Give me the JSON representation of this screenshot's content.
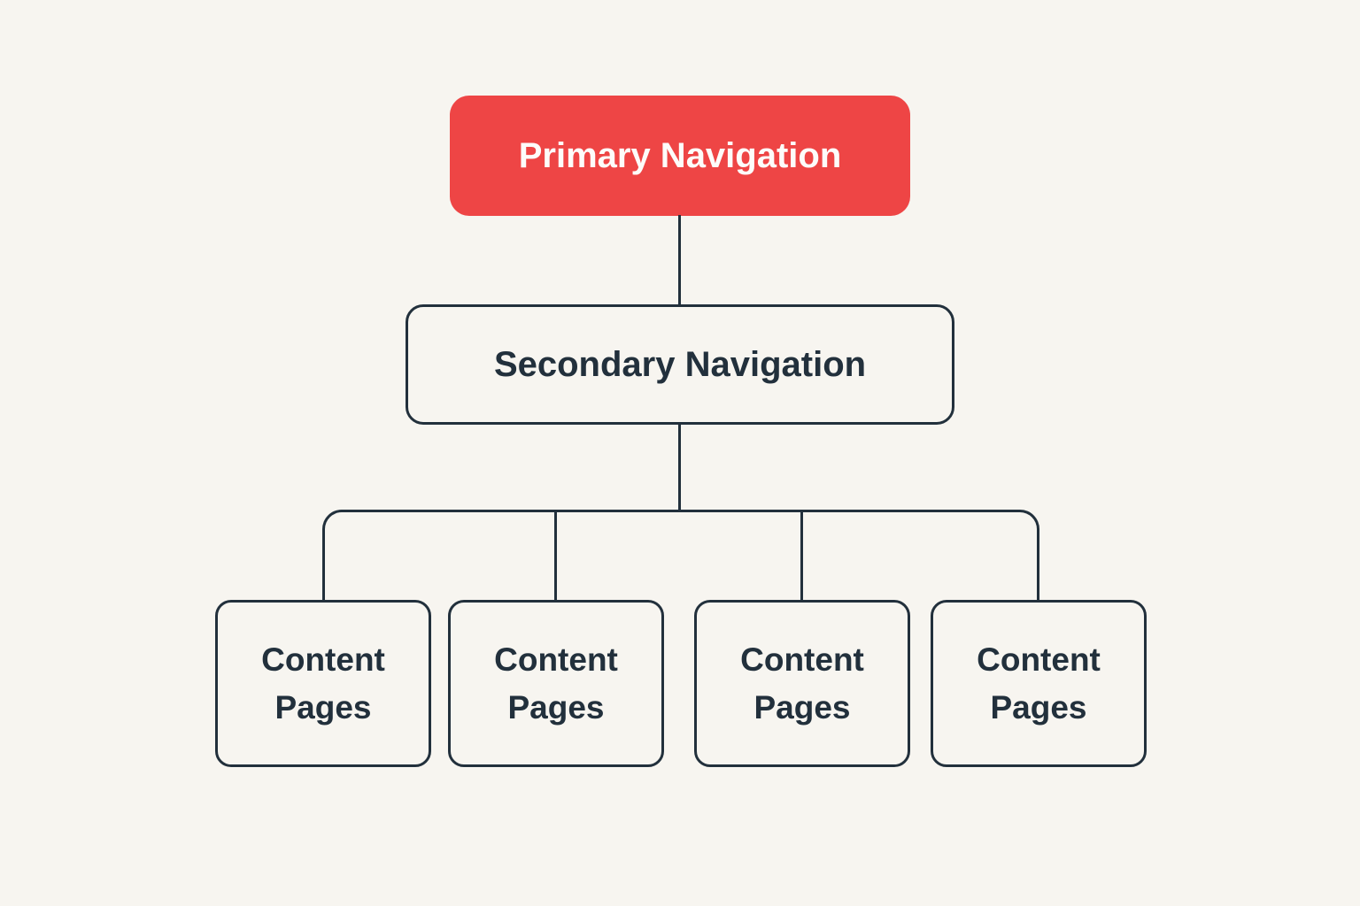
{
  "colors": {
    "background": "#f7f5f0",
    "primary_node_fill": "#ee4545",
    "primary_node_text": "#fdfcfa",
    "outline_and_text": "#22303c"
  },
  "nodes": {
    "primary": {
      "label": "Primary Navigation"
    },
    "secondary": {
      "label": "Secondary Navigation"
    },
    "content_pages": [
      {
        "label": "Content Pages"
      },
      {
        "label": "Content Pages"
      },
      {
        "label": "Content Pages"
      },
      {
        "label": "Content Pages"
      }
    ]
  }
}
